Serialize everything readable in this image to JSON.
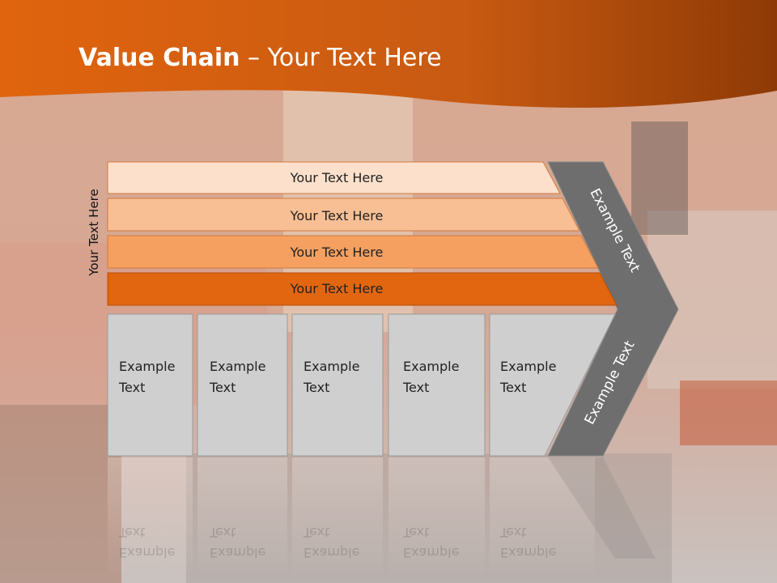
{
  "slide": {
    "title_bold": "Value Chain",
    "title_rest": " – Your Text Here",
    "side_label": "Your Text Here"
  },
  "rows": [
    {
      "label": "Your Text Here",
      "color": "#fce0cc"
    },
    {
      "label": "Your Text Here",
      "color": "#f9bf94"
    },
    {
      "label": "Your Text Here",
      "color": "#f5a060"
    },
    {
      "label": "Your Text Here",
      "color": "#e2660f"
    }
  ],
  "boxes": [
    {
      "line1": "Example",
      "line2": "Text"
    },
    {
      "line1": "Example",
      "line2": "Text"
    },
    {
      "line1": "Example",
      "line2": "Text"
    },
    {
      "line1": "Example",
      "line2": "Text"
    },
    {
      "line1": "Example",
      "line2": "Text"
    }
  ],
  "chevron": {
    "upper_text": "Example Text",
    "lower_text": "Example Text",
    "color": "#6e6e6e"
  },
  "colors": {
    "header_orange": "#d9620f",
    "box_fill": "#cfcfcf"
  }
}
